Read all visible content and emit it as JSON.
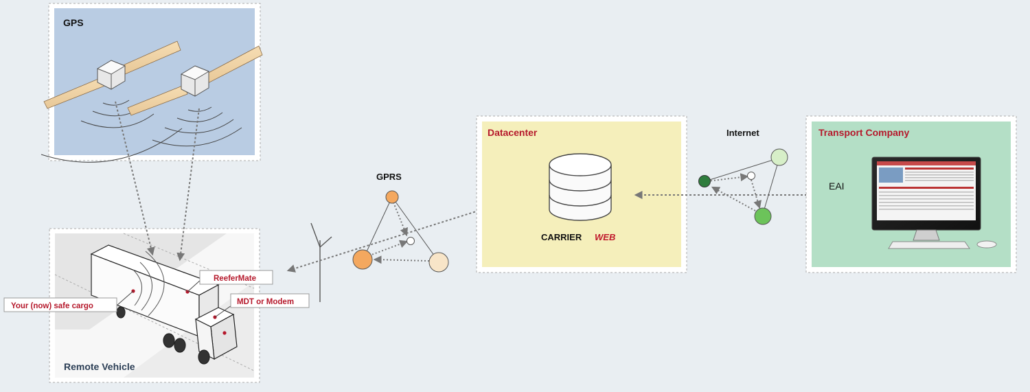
{
  "zones": {
    "gps": {
      "title": "GPS",
      "color": "#b9cce3"
    },
    "remote_vehicle": {
      "title": "Remote Vehicle",
      "color": "#ffffff"
    },
    "datacenter": {
      "title": "Datacenter",
      "color": "#f5efbb"
    },
    "transport_company": {
      "title": "Transport Company",
      "color": "#b4dfc6"
    }
  },
  "labels": {
    "gprs": "GPRS",
    "internet": "Internet",
    "eai": "EAI"
  },
  "callouts": {
    "reefermate": "ReeferMate",
    "mdt_modem": "MDT or Modem",
    "safe_cargo": "Your (now) safe cargo"
  },
  "logo": {
    "part1": "CARRIER",
    "part2": "WEB"
  },
  "colors": {
    "title_red": "#b5182b",
    "gprs_node": "#f4a85f",
    "gprs_node_light": "#f8e5c8",
    "internet_node_dark": "#2f7d3d",
    "internet_node": "#6cc35a",
    "internet_node_light": "#d7efc8"
  },
  "icons": [
    "satellite-icon",
    "truck-icon",
    "antenna-icon",
    "database-icon",
    "monitor-icon",
    "keyboard-icon",
    "mouse-icon"
  ]
}
